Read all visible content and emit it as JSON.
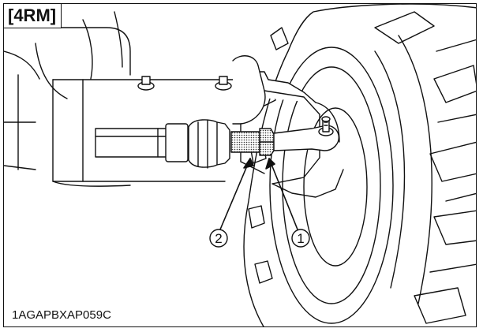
{
  "figure": {
    "tag_label": "[4RM]",
    "figure_code": "1AGAPBXAP059C",
    "callouts": [
      {
        "label": "①"
      },
      {
        "label": "②"
      }
    ]
  }
}
